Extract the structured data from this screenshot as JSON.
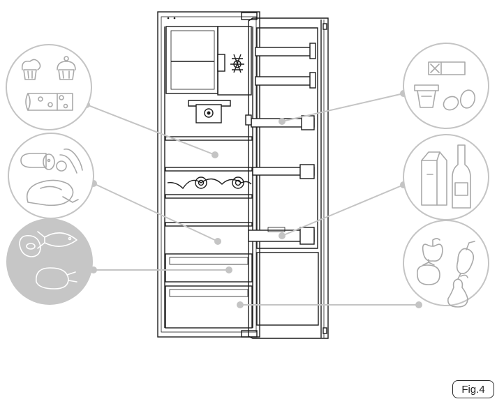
{
  "figure": {
    "label": "Fig.4"
  },
  "colors": {
    "outline": "#1c1c1c",
    "zone_line": "#c4c4c4",
    "icon_gray": "#a9a9a9",
    "meat_fish_fill": "#c6c6c6"
  },
  "zones": [
    {
      "id": "dairy-bakery",
      "icons": [
        "muffin-icon",
        "cupcake-icon",
        "cheese-icon"
      ]
    },
    {
      "id": "deli-meats",
      "icons": [
        "salami-icon",
        "sausage-icon",
        "ham-icon"
      ]
    },
    {
      "id": "meat-fish",
      "icons": [
        "steak-icon",
        "fish-icon",
        "poultry-icon"
      ],
      "highlighted": true
    },
    {
      "id": "butter-eggs",
      "icons": [
        "butter-icon",
        "yogurt-icon",
        "egg-icon"
      ]
    },
    {
      "id": "drinks",
      "icons": [
        "milk-carton-icon",
        "bottle-icon"
      ]
    },
    {
      "id": "fruit-vegetables",
      "icons": [
        "apple-icon",
        "pepper-icon",
        "tomato-icon",
        "pear-icon"
      ]
    }
  ]
}
